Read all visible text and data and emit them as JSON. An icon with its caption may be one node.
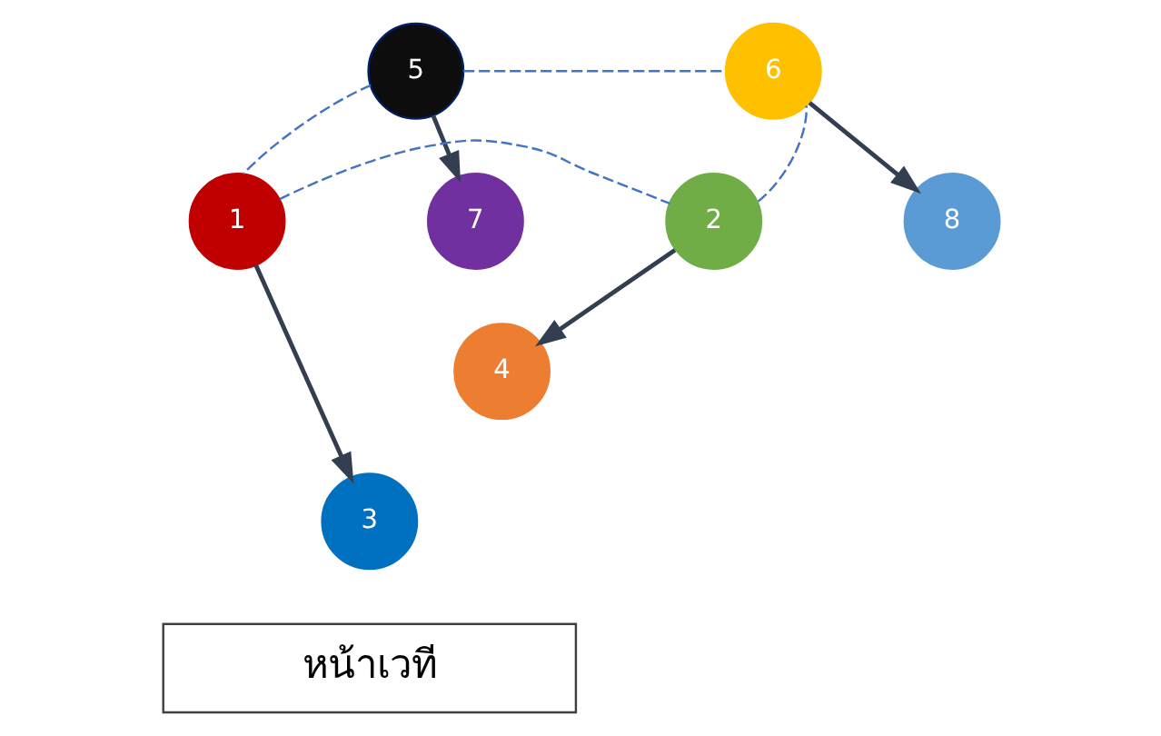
{
  "diagram": {
    "nodes": [
      {
        "text": [
          "5"
        ]
      },
      {
        "text": [
          "6"
        ]
      },
      {
        "text": [
          "1"
        ]
      },
      {
        "text": [
          "2"
        ]
      },
      {
        "text": [
          "7"
        ]
      },
      {
        "text": [
          "8"
        ]
      },
      {
        "text": [
          "4"
        ]
      },
      {
        "text": [
          "3"
        ]
      },
      {
        "text": [
          "หน้าเวที"
        ]
      }
    ],
    "edges": [
      {
        "from": 0,
        "to": 1,
        "arrow": "none",
        "style": "dashed",
        "color": "#4472c4"
      },
      {
        "from": 0,
        "to": 2,
        "arrow": "none",
        "style": "dashed",
        "color": "#4472c4"
      },
      {
        "from": 2,
        "to": 3,
        "arrow": "none",
        "style": "dashed",
        "color": "#4472c4"
      },
      {
        "from": 3,
        "to": 1,
        "arrow": "none",
        "style": "dashed",
        "color": "#4472c4"
      },
      {
        "from": 0,
        "to": 4,
        "arrow": "to",
        "color": "#333f50"
      },
      {
        "from": 2,
        "to": 7,
        "arrow": "to",
        "color": "#333f50"
      },
      {
        "from": 3,
        "to": 6,
        "arrow": "to",
        "color": "#333f50"
      },
      {
        "from": 1,
        "to": 5,
        "arrow": "to",
        "color": "#333f50"
      }
    ]
  }
}
